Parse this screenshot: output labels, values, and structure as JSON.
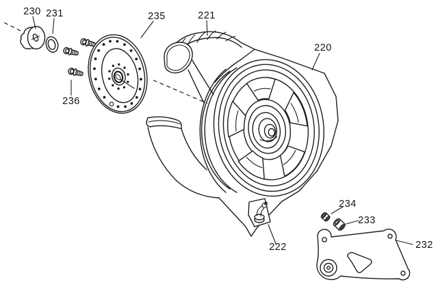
{
  "colors": {
    "line": "#1c1c1c",
    "background": "#ffffff",
    "shading": "#3f3f3f"
  },
  "callouts": {
    "c220": "220",
    "c221": "221",
    "c222": "222",
    "c230": "230",
    "c231": "231",
    "c232": "232",
    "c233": "233",
    "c234": "234",
    "c235": "235",
    "c236": "236"
  }
}
